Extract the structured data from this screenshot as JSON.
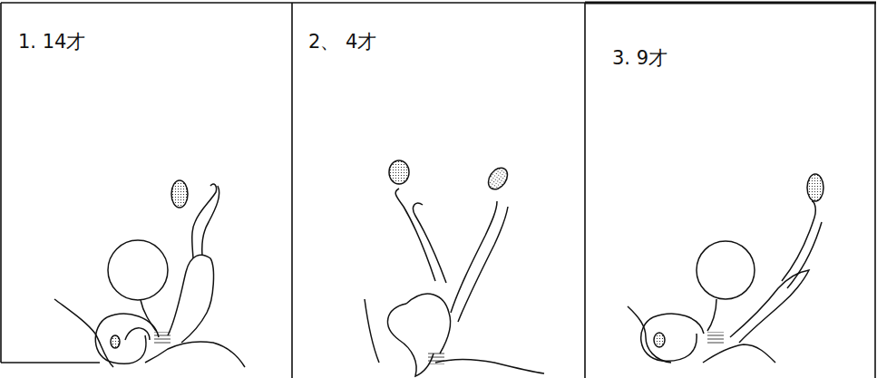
{
  "diagram": {
    "labels": [
      "1. 14才",
      "2、 4才",
      "3. 9才"
    ]
  }
}
